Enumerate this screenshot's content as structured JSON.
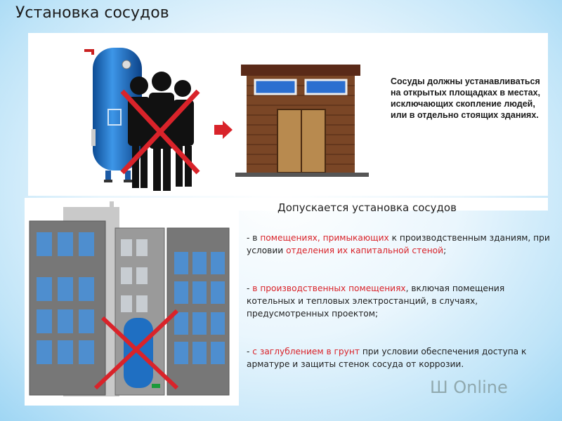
{
  "title": "Установка сосудов",
  "top_text": "Сосуды должны устанавливаться на открытых площадках в местах, исключающих скопление людей, или в отдельно стоящих зданиях.",
  "subtitle": "Допускается установка сосудов",
  "items": [
    {
      "dash": "- ",
      "parts": [
        {
          "text": "в ",
          "hl": false
        },
        {
          "text": "помещениях, примыкающих",
          "hl": true
        },
        {
          "text": " к производственным зданиям, при условии ",
          "hl": false
        },
        {
          "text": "отделения их капитальной стеной",
          "hl": true
        },
        {
          "text": ";",
          "hl": false
        }
      ]
    },
    {
      "dash": "- ",
      "parts": [
        {
          "text": "в производственных помещениях",
          "hl": true
        },
        {
          "text": ", включая помещения котельных и тепловых электростанций, в случаях, предусмотренных проектом;",
          "hl": false
        }
      ]
    },
    {
      "dash": "- ",
      "parts": [
        {
          "text": "с заглублением в грунт",
          "hl": true
        },
        {
          "text": " при условии обеспечения доступа к арматуре и защиты стенок сосуда от коррозии.",
          "hl": false
        }
      ]
    }
  ],
  "watermark": "Ш Online",
  "colors": {
    "highlight": "#d9232a",
    "vessel": "#1f6fc2",
    "cross": "#d9232a"
  },
  "icons": [
    "vessel-icon",
    "people-icon",
    "cross-icon",
    "arrow-right-icon",
    "shed-icon",
    "buildings-icon"
  ]
}
